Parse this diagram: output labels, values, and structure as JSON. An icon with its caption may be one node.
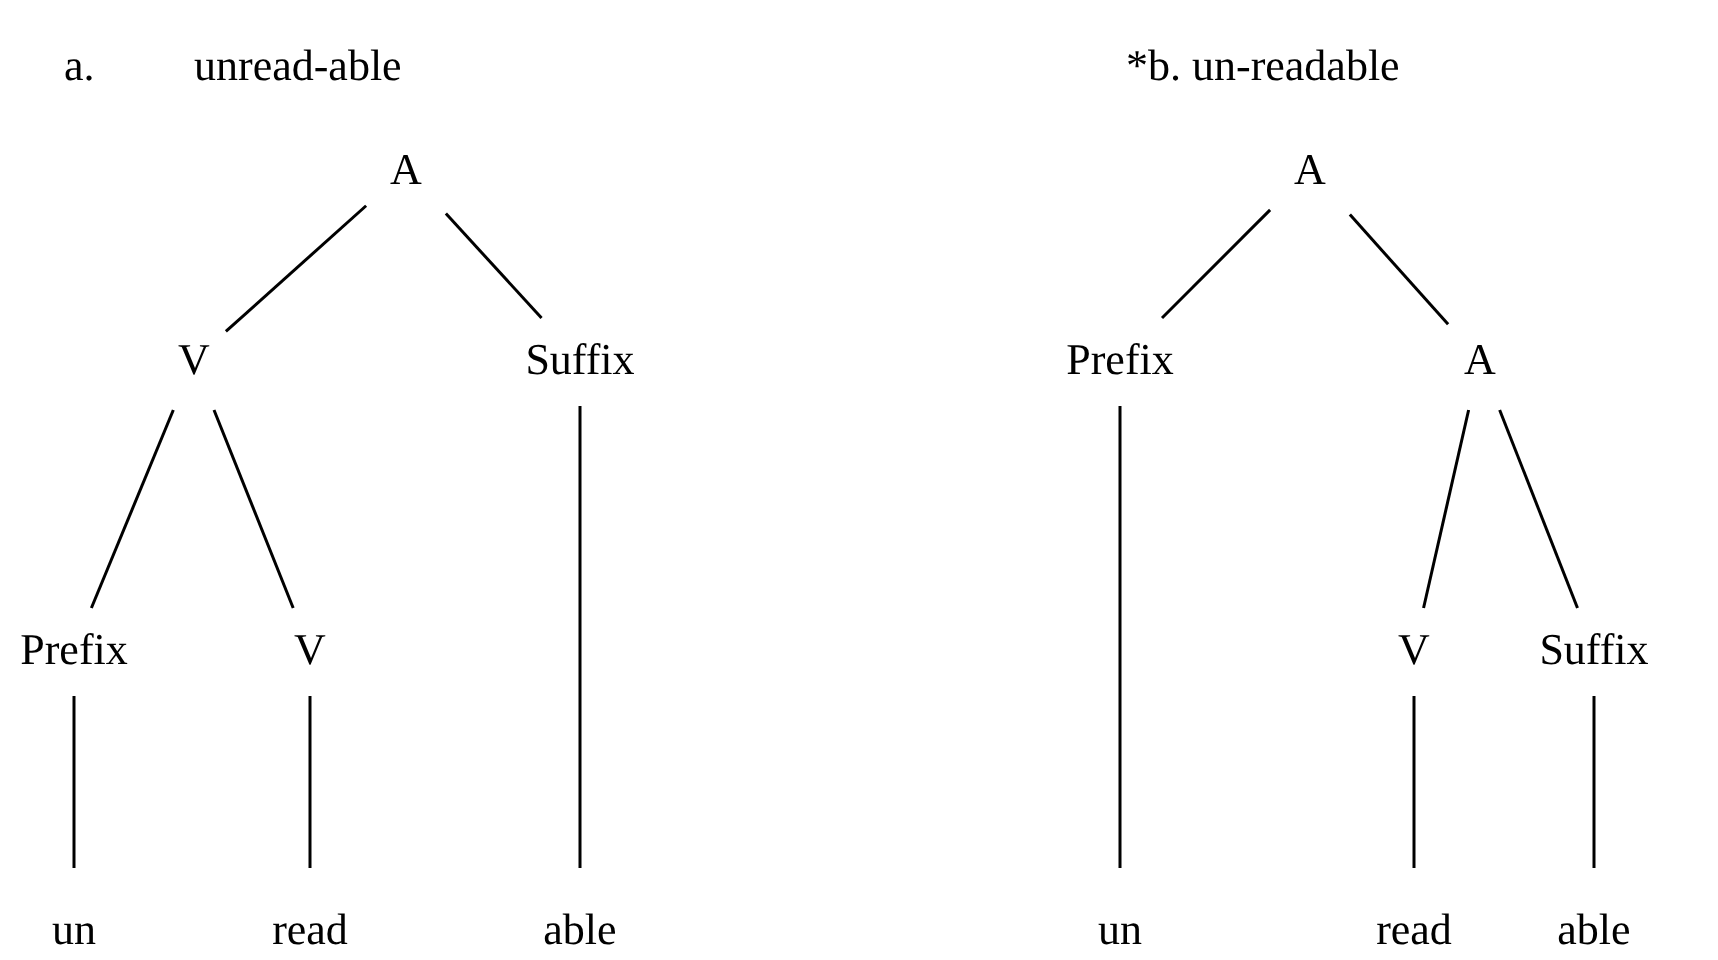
{
  "diagram": {
    "nodes": [
      {
        "text": [
          "A"
        ]
      },
      {
        "text": [
          "V"
        ]
      },
      {
        "text": [
          "Suffix"
        ]
      },
      {
        "text": [
          "Prefix"
        ]
      },
      {
        "text": [
          "V"
        ]
      },
      {
        "text": [
          "un"
        ]
      },
      {
        "text": [
          "read"
        ]
      },
      {
        "text": [
          "able"
        ]
      },
      {
        "text": [
          "A"
        ]
      },
      {
        "text": [
          "Prefix"
        ]
      },
      {
        "text": [
          "A"
        ]
      },
      {
        "text": [
          "V"
        ]
      },
      {
        "text": [
          "Suffix"
        ]
      },
      {
        "text": [
          "un"
        ]
      },
      {
        "text": [
          "read"
        ]
      },
      {
        "text": [
          "able"
        ]
      }
    ],
    "edges": [
      {
        "from": 0,
        "to": 1,
        "arrow": "none"
      },
      {
        "from": 0,
        "to": 2,
        "arrow": "none"
      },
      {
        "from": 1,
        "to": 3,
        "arrow": "none"
      },
      {
        "from": 1,
        "to": 4,
        "arrow": "none"
      },
      {
        "from": 3,
        "to": 5,
        "arrow": "none"
      },
      {
        "from": 4,
        "to": 6,
        "arrow": "none"
      },
      {
        "from": 2,
        "to": 7,
        "arrow": "none"
      },
      {
        "from": 8,
        "to": 9,
        "arrow": "none"
      },
      {
        "from": 8,
        "to": 10,
        "arrow": "none"
      },
      {
        "from": 9,
        "to": 13,
        "arrow": "none"
      },
      {
        "from": 10,
        "to": 11,
        "arrow": "none"
      },
      {
        "from": 10,
        "to": 12,
        "arrow": "none"
      },
      {
        "from": 11,
        "to": 14,
        "arrow": "none"
      },
      {
        "from": 12,
        "to": 15,
        "arrow": "none"
      }
    ],
    "labels": [
      "a.",
      "unread-able",
      "*b. un-readable"
    ]
  }
}
